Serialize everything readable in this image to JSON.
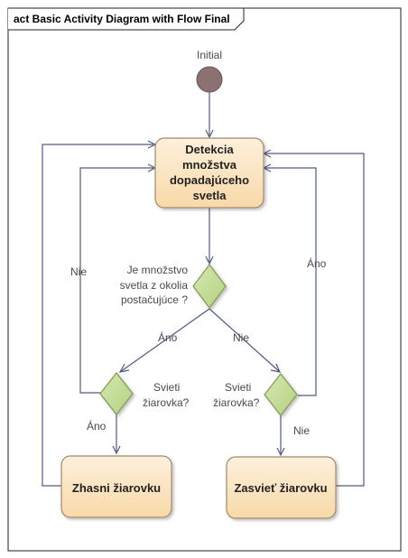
{
  "frame": {
    "title": "act Basic Activity Diagram with Flow Final"
  },
  "initial": {
    "label": "Initial"
  },
  "activities": {
    "detect": {
      "lines": [
        "Detekcia",
        "množstva",
        "dopadajúceho",
        "svetla"
      ]
    },
    "off": {
      "label": "Zhasni žiarovku"
    },
    "on": {
      "label": "Zasvieť žiarovku"
    }
  },
  "decisions": {
    "main": {
      "lines": [
        "Je množstvo",
        "svetla z okolia",
        "postačujúce ?"
      ]
    },
    "left": {
      "lines": [
        "Svieti",
        "žiarovka?"
      ]
    },
    "right": {
      "lines": [
        "Svieti",
        "žiarovka?"
      ]
    }
  },
  "guards": {
    "main_yes": "Áno",
    "main_no": "Nie",
    "left_yes": "Áno",
    "left_no": "Nie",
    "right_yes": "Áno",
    "right_no": "Nie"
  },
  "colors": {
    "activity_fill": "#fbe3bd",
    "activity_stroke": "#a08a6c",
    "decision_fill": "#c5de9a",
    "decision_stroke": "#7f9a55",
    "initial_fill": "#8b7171",
    "edge": "#4f5a80"
  }
}
